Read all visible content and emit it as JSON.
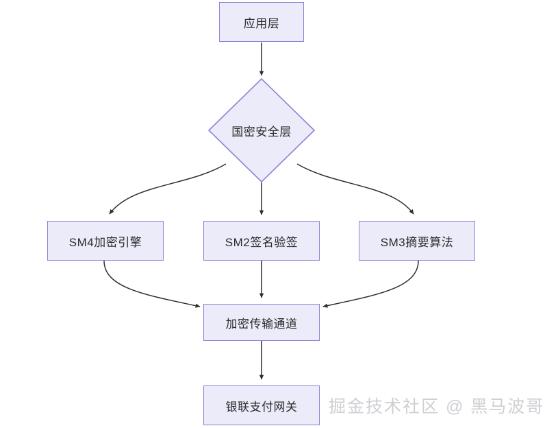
{
  "diagram": {
    "type": "flowchart",
    "title": "",
    "background_color": "#ffffff",
    "node_fill_color": "#ecebfa",
    "node_border_color": "#8d82d6",
    "edge_color": "#2f2f2f",
    "nodes": [
      {
        "id": "app",
        "shape": "rect",
        "label": "应用层"
      },
      {
        "id": "sec",
        "shape": "diamond",
        "label": "国密安全层"
      },
      {
        "id": "sm4",
        "shape": "rect",
        "label": "SM4加密引擎"
      },
      {
        "id": "sm2",
        "shape": "rect",
        "label": "SM2签名验签"
      },
      {
        "id": "sm3",
        "shape": "rect",
        "label": "SM3摘要算法"
      },
      {
        "id": "channel",
        "shape": "rect",
        "label": "加密传输通道"
      },
      {
        "id": "gateway",
        "shape": "rect",
        "label": "银联支付网关"
      }
    ],
    "edges": [
      {
        "from": "app",
        "to": "sec",
        "style": "straight",
        "arrow": true
      },
      {
        "from": "sec",
        "to": "sm4",
        "style": "curved",
        "arrow": true
      },
      {
        "from": "sec",
        "to": "sm2",
        "style": "straight",
        "arrow": true
      },
      {
        "from": "sec",
        "to": "sm3",
        "style": "curved",
        "arrow": true
      },
      {
        "from": "sm4",
        "to": "channel",
        "style": "curved",
        "arrow": true
      },
      {
        "from": "sm2",
        "to": "channel",
        "style": "straight",
        "arrow": true
      },
      {
        "from": "sm3",
        "to": "channel",
        "style": "curved",
        "arrow": true
      },
      {
        "from": "channel",
        "to": "gateway",
        "style": "straight",
        "arrow": true
      }
    ]
  },
  "watermark": {
    "text": "掘金技术社区 @ 黑马波哥"
  }
}
